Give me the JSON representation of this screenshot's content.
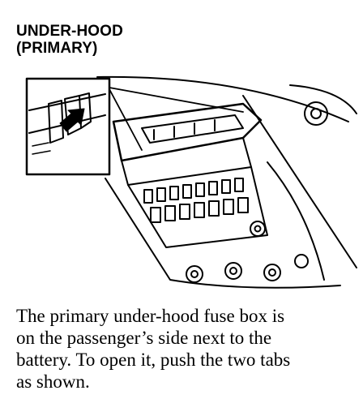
{
  "heading": {
    "line1": "UNDER-HOOD",
    "line2": "(PRIMARY)"
  },
  "figure": {
    "icon": "fuse-box-illustration"
  },
  "caption": {
    "lines": [
      "The primary under-hood fuse box is",
      "on the passenger’s side next to the",
      "battery. To open it, push the two tabs",
      "as shown."
    ]
  }
}
